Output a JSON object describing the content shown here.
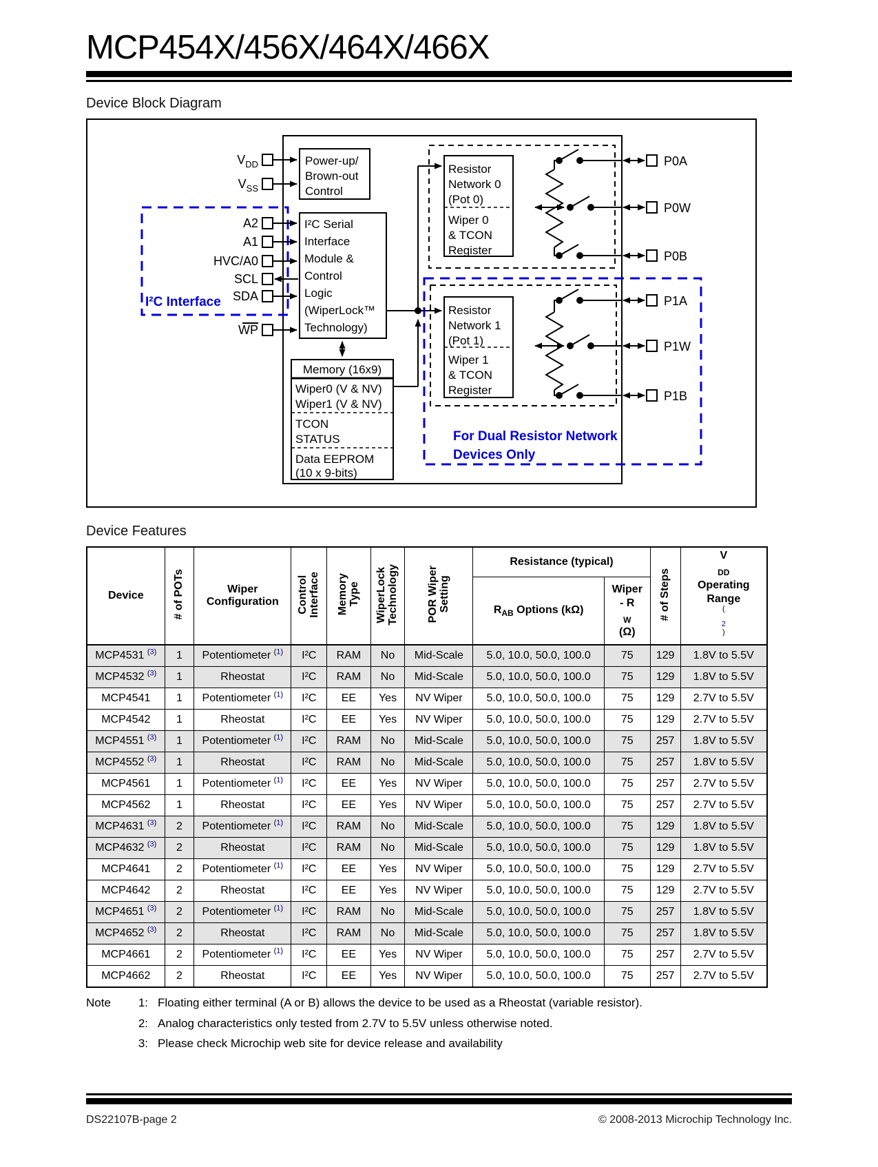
{
  "page": {
    "title": "MCP454X/456X/464X/466X",
    "footer_left": "DS22107B-page 2",
    "footer_right": "© 2008-2013 Microchip Technology Inc."
  },
  "diagram": {
    "heading": "Device Block Diagram",
    "pins_left": {
      "vdd": "V",
      "vdd_sub": "DD",
      "vss": "V",
      "vss_sub": "SS",
      "a2": "A2",
      "a1": "A1",
      "hvc": "HVC/A0",
      "scl": "SCL",
      "sda": "SDA",
      "wp": "WP"
    },
    "i2c_interface_label": "I²C Interface",
    "powerup_lines": [
      "Power-up/",
      "Brown-out",
      "Control"
    ],
    "i2c_lines": [
      "I²C Serial",
      "Interface",
      "Module &",
      "Control",
      "Logic",
      "(WiperLock™",
      "Technology)"
    ],
    "memory_header": "Memory (16x9)",
    "memory_rows": [
      "Wiper0 (V & NV)",
      "Wiper1 (V & NV)",
      "TCON",
      "STATUS",
      "Data EEPROM",
      "(10 x 9-bits)"
    ],
    "rn0_top": [
      "Resistor",
      "Network 0",
      "(Pot 0)"
    ],
    "rn0_bottom": [
      "Wiper 0",
      "& TCON",
      "Register"
    ],
    "rn1_top": [
      "Resistor",
      "Network 1",
      "(Pot 1)"
    ],
    "rn1_bottom": [
      "Wiper 1",
      "& TCON",
      "Register"
    ],
    "dual_note": [
      "For Dual Resistor Network",
      "Devices Only"
    ],
    "pins_right": [
      "P0A",
      "P0W",
      "P0B",
      "P1A",
      "P1W",
      "P1B"
    ]
  },
  "features": {
    "heading": "Device Features",
    "headers": {
      "device": "Device",
      "pots": "# of POTs",
      "config": "Wiper\nConfiguration",
      "control": "Control\nInterface",
      "memory": "Memory\nType",
      "wiperlock": "WiperLock\nTechnology",
      "por": "POR Wiper\nSetting",
      "resistance": "Resistance (typical)",
      "rab_r": "R",
      "rab_sub": "AB",
      "rab_rest": " Options (kΩ)",
      "rw_1": "Wiper",
      "rw_2": "- R",
      "rw_2sub": "W",
      "rw_3": "(Ω)",
      "steps": "# of Steps",
      "vdd_v": "V",
      "vdd_sub": "DD",
      "vdd_2": "Operating",
      "vdd_3": "Range ",
      "vdd_note": "2"
    },
    "rows": [
      {
        "device": "MCP4531",
        "note": "3",
        "pots": "1",
        "config": "Potentiometer",
        "config_note": "1",
        "iface": "I²C",
        "mem": "RAM",
        "wl": "No",
        "por": "Mid-Scale",
        "rab": "5.0, 10.0, 50.0, 100.0",
        "rw": "75",
        "steps": "129",
        "vdd": "1.8V to 5.5V",
        "shaded": true
      },
      {
        "device": "MCP4532",
        "note": "3",
        "pots": "1",
        "config": "Rheostat",
        "config_note": null,
        "iface": "I²C",
        "mem": "RAM",
        "wl": "No",
        "por": "Mid-Scale",
        "rab": "5.0, 10.0, 50.0, 100.0",
        "rw": "75",
        "steps": "129",
        "vdd": "1.8V to 5.5V",
        "shaded": true
      },
      {
        "device": "MCP4541",
        "note": null,
        "pots": "1",
        "config": "Potentiometer",
        "config_note": "1",
        "iface": "I²C",
        "mem": "EE",
        "wl": "Yes",
        "por": "NV Wiper",
        "rab": "5.0, 10.0, 50.0, 100.0",
        "rw": "75",
        "steps": "129",
        "vdd": "2.7V to 5.5V",
        "shaded": false
      },
      {
        "device": "MCP4542",
        "note": null,
        "pots": "1",
        "config": "Rheostat",
        "config_note": null,
        "iface": "I²C",
        "mem": "EE",
        "wl": "Yes",
        "por": "NV Wiper",
        "rab": "5.0, 10.0, 50.0, 100.0",
        "rw": "75",
        "steps": "129",
        "vdd": "2.7V to 5.5V",
        "shaded": false
      },
      {
        "device": "MCP4551",
        "note": "3",
        "pots": "1",
        "config": "Potentiometer",
        "config_note": "1",
        "iface": "I²C",
        "mem": "RAM",
        "wl": "No",
        "por": "Mid-Scale",
        "rab": "5.0, 10.0, 50.0, 100.0",
        "rw": "75",
        "steps": "257",
        "vdd": "1.8V to 5.5V",
        "shaded": true
      },
      {
        "device": "MCP4552",
        "note": "3",
        "pots": "1",
        "config": "Rheostat",
        "config_note": null,
        "iface": "I²C",
        "mem": "RAM",
        "wl": "No",
        "por": "Mid-Scale",
        "rab": "5.0, 10.0, 50.0, 100.0",
        "rw": "75",
        "steps": "257",
        "vdd": "1.8V to 5.5V",
        "shaded": true
      },
      {
        "device": "MCP4561",
        "note": null,
        "pots": "1",
        "config": "Potentiometer",
        "config_note": "1",
        "iface": "I²C",
        "mem": "EE",
        "wl": "Yes",
        "por": "NV Wiper",
        "rab": "5.0, 10.0, 50.0, 100.0",
        "rw": "75",
        "steps": "257",
        "vdd": "2.7V to 5.5V",
        "shaded": false
      },
      {
        "device": "MCP4562",
        "note": null,
        "pots": "1",
        "config": "Rheostat",
        "config_note": null,
        "iface": "I²C",
        "mem": "EE",
        "wl": "Yes",
        "por": "NV Wiper",
        "rab": "5.0, 10.0, 50.0, 100.0",
        "rw": "75",
        "steps": "257",
        "vdd": "2.7V to 5.5V",
        "shaded": false
      },
      {
        "device": "MCP4631",
        "note": "3",
        "pots": "2",
        "config": "Potentiometer",
        "config_note": "1",
        "iface": "I²C",
        "mem": "RAM",
        "wl": "No",
        "por": "Mid-Scale",
        "rab": "5.0, 10.0, 50.0, 100.0",
        "rw": "75",
        "steps": "129",
        "vdd": "1.8V to 5.5V",
        "shaded": true
      },
      {
        "device": "MCP4632",
        "note": "3",
        "pots": "2",
        "config": "Rheostat",
        "config_note": null,
        "iface": "I²C",
        "mem": "RAM",
        "wl": "No",
        "por": "Mid-Scale",
        "rab": "5.0, 10.0, 50.0, 100.0",
        "rw": "75",
        "steps": "129",
        "vdd": "1.8V to 5.5V",
        "shaded": true
      },
      {
        "device": "MCP4641",
        "note": null,
        "pots": "2",
        "config": "Potentiometer",
        "config_note": "1",
        "iface": "I²C",
        "mem": "EE",
        "wl": "Yes",
        "por": "NV Wiper",
        "rab": "5.0, 10.0, 50.0, 100.0",
        "rw": "75",
        "steps": "129",
        "vdd": "2.7V to 5.5V",
        "shaded": false
      },
      {
        "device": "MCP4642",
        "note": null,
        "pots": "2",
        "config": "Rheostat",
        "config_note": null,
        "iface": "I²C",
        "mem": "EE",
        "wl": "Yes",
        "por": "NV Wiper",
        "rab": "5.0, 10.0, 50.0, 100.0",
        "rw": "75",
        "steps": "129",
        "vdd": "2.7V to 5.5V",
        "shaded": false
      },
      {
        "device": "MCP4651",
        "note": "3",
        "pots": "2",
        "config": "Potentiometer",
        "config_note": "1",
        "iface": "I²C",
        "mem": "RAM",
        "wl": "No",
        "por": "Mid-Scale",
        "rab": "5.0, 10.0, 50.0, 100.0",
        "rw": "75",
        "steps": "257",
        "vdd": "1.8V to 5.5V",
        "shaded": true
      },
      {
        "device": "MCP4652",
        "note": "3",
        "pots": "2",
        "config": "Rheostat",
        "config_note": null,
        "iface": "I²C",
        "mem": "RAM",
        "wl": "No",
        "por": "Mid-Scale",
        "rab": "5.0, 10.0, 50.0, 100.0",
        "rw": "75",
        "steps": "257",
        "vdd": "1.8V to 5.5V",
        "shaded": true
      },
      {
        "device": "MCP4661",
        "note": null,
        "pots": "2",
        "config": "Potentiometer",
        "config_note": "1",
        "iface": "I²C",
        "mem": "EE",
        "wl": "Yes",
        "por": "NV Wiper",
        "rab": "5.0, 10.0, 50.0, 100.0",
        "rw": "75",
        "steps": "257",
        "vdd": "2.7V to 5.5V",
        "shaded": false
      },
      {
        "device": "MCP4662",
        "note": null,
        "pots": "2",
        "config": "Rheostat",
        "config_note": null,
        "iface": "I²C",
        "mem": "EE",
        "wl": "Yes",
        "por": "NV Wiper",
        "rab": "5.0, 10.0, 50.0, 100.0",
        "rw": "75",
        "steps": "257",
        "vdd": "2.7V to 5.5V",
        "shaded": false
      }
    ]
  },
  "notes": {
    "label": "Note",
    "items": [
      {
        "num": "1:",
        "text": "Floating either terminal (A or B) allows the device to be used as a Rheostat (variable resistor)."
      },
      {
        "num": "2:",
        "text": "Analog characteristics only tested from 2.7V to 5.5V unless otherwise noted."
      },
      {
        "num": "3:",
        "text": "Please check Microchip web site for device release and availability"
      }
    ]
  }
}
